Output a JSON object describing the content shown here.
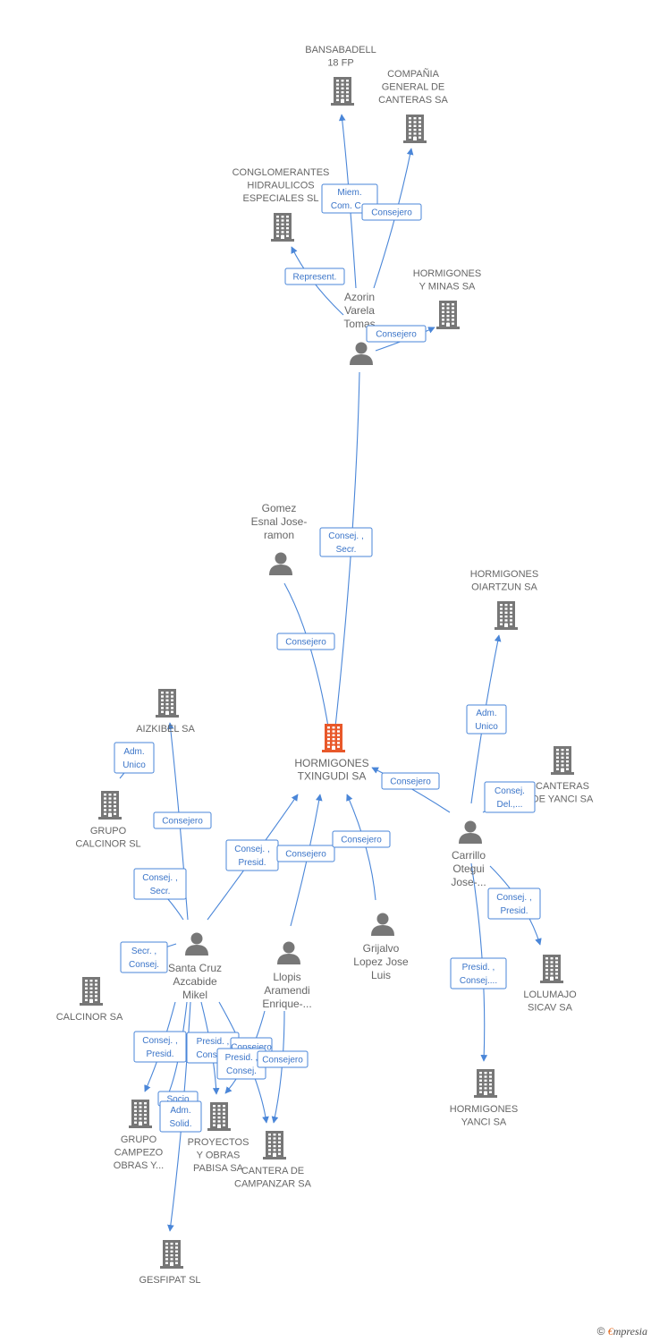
{
  "colors": {
    "edge": "#4a86d8",
    "node": "#777777",
    "center": "#e8582a",
    "label": "#666666"
  },
  "nodes": [
    {
      "id": "bansabadell",
      "type": "company",
      "label": [
        "BANSABADELL",
        "18 FP"
      ]
    },
    {
      "id": "compania",
      "type": "company",
      "label": [
        "COMPAÑIA",
        "GENERAL DE",
        "CANTERAS SA"
      ]
    },
    {
      "id": "conglomerantes",
      "type": "company",
      "label": [
        "CONGLOMERANTES",
        "HIDRAULICOS",
        "ESPECIALES SL"
      ]
    },
    {
      "id": "hminas",
      "type": "company",
      "label": [
        "HORMIGONES",
        "Y MINAS SA"
      ]
    },
    {
      "id": "azorin",
      "type": "person",
      "label": [
        "Azorin",
        "Varela",
        "Tomas"
      ]
    },
    {
      "id": "gomez",
      "type": "person",
      "label": [
        "Gomez",
        "Esnal Jose-",
        "ramon"
      ]
    },
    {
      "id": "hoiartzun",
      "type": "company",
      "label": [
        "HORMIGONES",
        "OIARTZUN SA"
      ]
    },
    {
      "id": "aizkibel",
      "type": "company",
      "label": [
        "AIZKIBEL SA"
      ]
    },
    {
      "id": "center",
      "type": "center",
      "label": [
        "HORMIGONES",
        "TXINGUDI SA"
      ]
    },
    {
      "id": "cyanci",
      "type": "company",
      "label": [
        "CANTERAS",
        "DE YANCI SA"
      ]
    },
    {
      "id": "gcalcinor",
      "type": "company",
      "label": [
        "GRUPO",
        "CALCINOR SL"
      ]
    },
    {
      "id": "carrillo",
      "type": "person",
      "label": [
        "Carrillo",
        "Otegui",
        "Jose-..."
      ]
    },
    {
      "id": "grijalvo",
      "type": "person",
      "label": [
        "Grijalvo",
        "Lopez Jose",
        "Luis"
      ]
    },
    {
      "id": "santacruz",
      "type": "person",
      "label": [
        "Santa Cruz",
        "Azcabide",
        "Mikel"
      ]
    },
    {
      "id": "llopis",
      "type": "person",
      "label": [
        "Llopis",
        "Aramendi",
        "Enrique-..."
      ]
    },
    {
      "id": "calcinor",
      "type": "company",
      "label": [
        "CALCINOR SA"
      ]
    },
    {
      "id": "lolumajo",
      "type": "company",
      "label": [
        "LOLUMAJO",
        "SICAV SA"
      ]
    },
    {
      "id": "hyanci",
      "type": "company",
      "label": [
        "HORMIGONES",
        "YANCI SA"
      ]
    },
    {
      "id": "gcampezo",
      "type": "company",
      "label": [
        "GRUPO",
        "CAMPEZO",
        "OBRAS Y..."
      ]
    },
    {
      "id": "pyopabisa",
      "type": "company",
      "label": [
        "PROYECTOS",
        "Y OBRAS",
        "PABISA SA"
      ]
    },
    {
      "id": "ccampanzar",
      "type": "company",
      "label": [
        "CANTERA DE",
        "CAMPANZAR SA"
      ]
    },
    {
      "id": "gesfipat",
      "type": "company",
      "label": [
        "GESFIPAT SL"
      ]
    }
  ],
  "edges": [
    {
      "from": "azorin",
      "to": "bansabadell",
      "label": [
        "Miem.",
        "Com. C..."
      ]
    },
    {
      "from": "azorin",
      "to": "compania",
      "label": [
        "Consejero"
      ]
    },
    {
      "from": "azorin",
      "to": "conglomerantes",
      "label": [
        "Represent."
      ]
    },
    {
      "from": "azorin",
      "to": "hminas",
      "label": [
        "Consejero"
      ]
    },
    {
      "from": "azorin",
      "to": "center",
      "label": [
        "Consej. ,",
        "Secr."
      ]
    },
    {
      "from": "gomez",
      "to": "center",
      "label": [
        "Consejero"
      ]
    },
    {
      "from": "carrillo",
      "to": "hoiartzun",
      "label": [
        "Adm.",
        "Unico"
      ]
    },
    {
      "from": "carrillo",
      "to": "center",
      "label": [
        "Consejero"
      ]
    },
    {
      "from": "carrillo",
      "to": "cyanci",
      "label": [
        "Consej.",
        "Del.,..."
      ]
    },
    {
      "from": "carrillo",
      "to": "lolumajo",
      "label": [
        "Consej. ,",
        "Presid."
      ]
    },
    {
      "from": "carrillo",
      "to": "hyanci",
      "label": [
        "Presid. ,",
        "Consej...."
      ]
    },
    {
      "from": "gcalcinor",
      "to": "aizkibel",
      "label": [
        "Adm.",
        "Unico"
      ]
    },
    {
      "from": "santacruz",
      "to": "aizkibel",
      "label": [
        "Consejero"
      ]
    },
    {
      "from": "santacruz",
      "to": "gcalcinor",
      "label": [
        "Consej. ,",
        "Secr."
      ]
    },
    {
      "from": "santacruz",
      "to": "center",
      "label": [
        "Consej. ,",
        "Presid."
      ]
    },
    {
      "from": "llopis",
      "to": "center",
      "label": [
        "Consejero"
      ]
    },
    {
      "from": "grijalvo",
      "to": "center",
      "label": [
        "Consejero"
      ]
    },
    {
      "from": "santacruz",
      "to": "calcinor",
      "label": [
        "Secr. ,",
        "Consej."
      ]
    },
    {
      "from": "santacruz",
      "to": "gcampezo",
      "label": [
        "Consej. ,",
        "Presid."
      ]
    },
    {
      "from": "santacruz",
      "to": "pyopabisa",
      "label": [
        "Presid. ,",
        "Conse..."
      ]
    },
    {
      "from": "santacruz",
      "to": "ccampanzar",
      "label": [
        "Consejero"
      ]
    },
    {
      "from": "llopis",
      "to": "pyopabisa",
      "label": [
        "Presid. ,",
        "Consej."
      ]
    },
    {
      "from": "llopis",
      "to": "ccampanzar",
      "label": [
        "Consejero"
      ]
    },
    {
      "from": "santacruz",
      "to": "gcampezo",
      "label": [
        "Socio"
      ]
    },
    {
      "from": "santacruz",
      "to": "gesfipat",
      "label": [
        "Adm.",
        "Solid."
      ]
    }
  ],
  "footer": {
    "copyright": "©",
    "brand_first": "€",
    "brand_rest": "mpresia"
  }
}
